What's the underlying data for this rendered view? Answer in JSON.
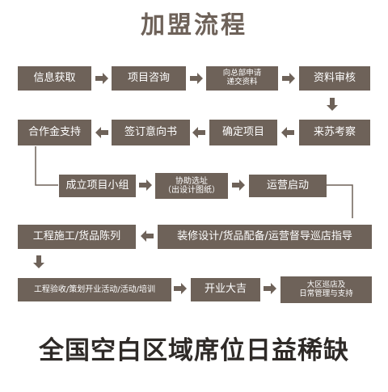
{
  "title": "加盟流程",
  "steps": {
    "info": "信息获取",
    "consult": "项目咨询",
    "submit": "向总部申请\n递交资料",
    "review": "资料审核",
    "visit": "来苏考察",
    "confirm": "确定项目",
    "intent": "签订意向书",
    "contract": "合作金支持",
    "team": "成立项目小组",
    "site": "协助选址\n（出设计图纸）",
    "launch": "运营启动",
    "guide": "装修设计/货品配备/运营督导巡店指导",
    "construct": "工程施工/货品陈列",
    "acceptance": "工程验收/策划开业活动/活动/培训",
    "opening": "开业大吉",
    "manage": "大区巡店及\n日常管理与支持"
  },
  "footer": "全国空白区域席位日益稀缺",
  "colors": {
    "box": "#6e6259",
    "arrow": "#6e6259",
    "title": "#6e6259",
    "footer": "#2e2a27"
  }
}
